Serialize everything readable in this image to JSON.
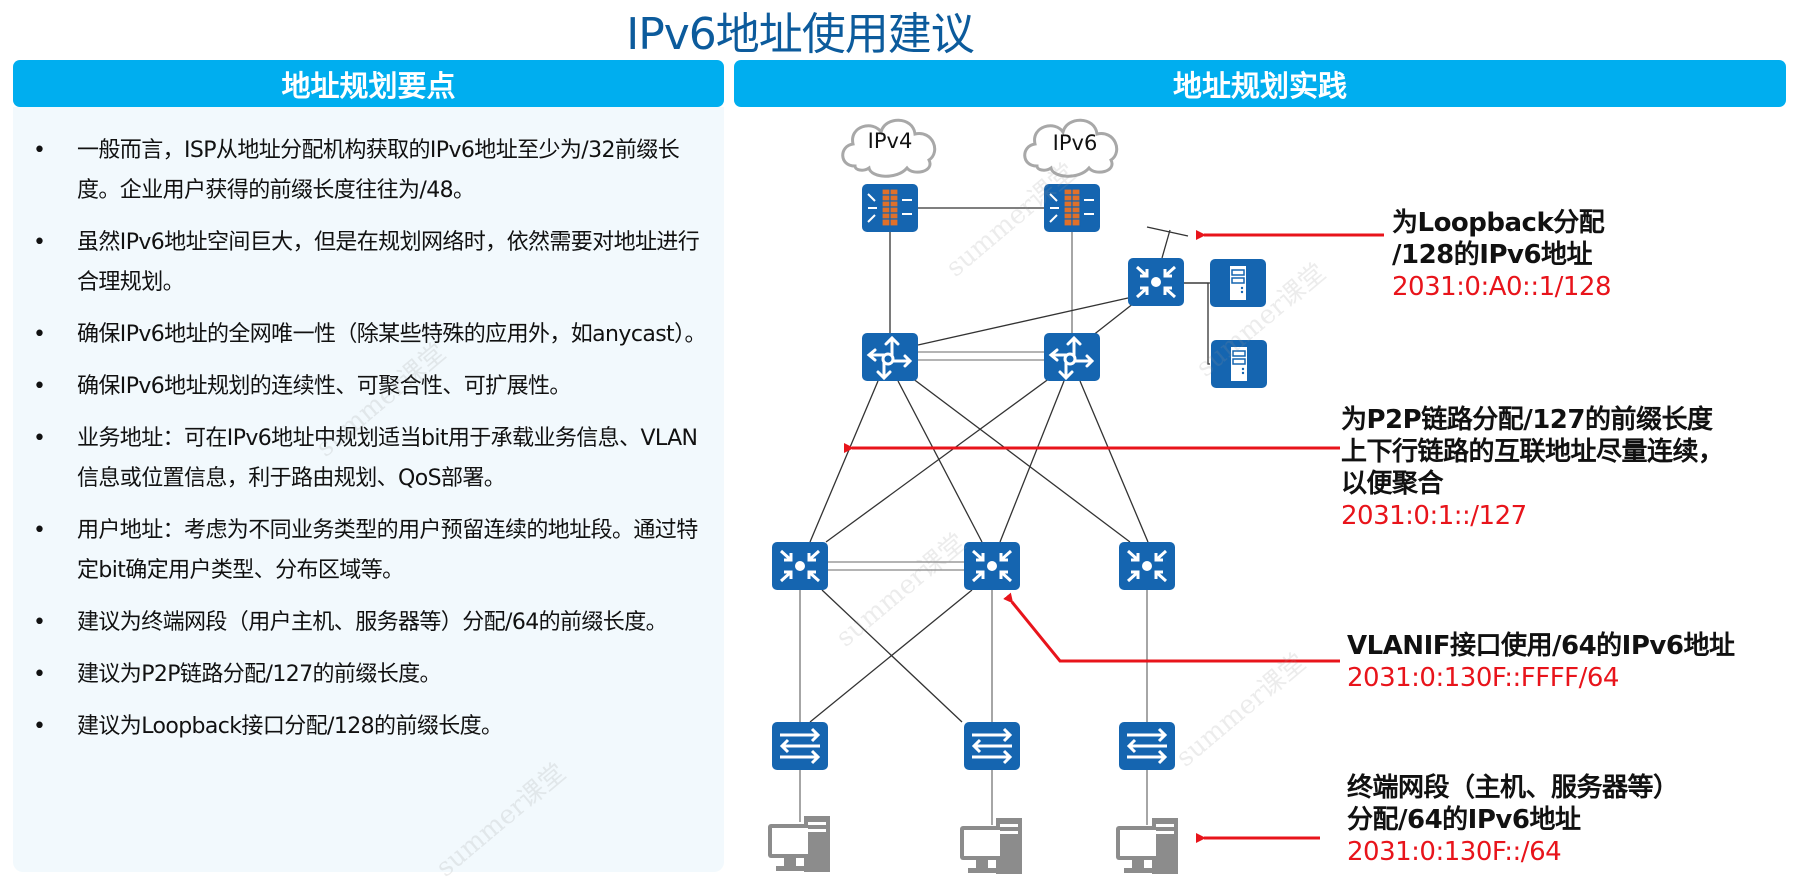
{
  "title": "IPv6地址使用建议",
  "left_panel": {
    "header": "地址规划要点",
    "bullets": [
      "一般而言，ISP从地址分配机构获取的IPv6地址至少为/32前缀长度。企业用户获得的前缀长度往往为/48。",
      "虽然IPv6地址空间巨大，但是在规划网络时，依然需要对地址进行合理规划。",
      "确保IPv6地址的全网唯一性（除某些特殊的应用外，如anycast）。",
      "确保IPv6地址规划的连续性、可聚合性、可扩展性。",
      "业务地址：可在IPv6地址中规划适当bit用于承载业务信息、VLAN信息或位置信息，利于路由规划、QoS部署。",
      "用户地址：考虑为不同业务类型的用户预留连续的地址段。通过特定bit确定用户类型、分布区域等。",
      "建议为终端网段（用户主机、服务器等）分配/64的前缀长度。",
      "建议为P2P链路分配/127的前缀长度。",
      "建议为Loopback接口分配/128的前缀长度。"
    ],
    "bullet_glyph": "•"
  },
  "right_panel": {
    "header": "地址规划实践",
    "clouds": [
      {
        "label": "IPv4"
      },
      {
        "label": "IPv6"
      }
    ],
    "nodes": {
      "firewalls": 2,
      "core_routers": 2,
      "loopback_switch": 1,
      "servers": 2,
      "aggregation_switches": 3,
      "access_switches": 3,
      "hosts": 3
    },
    "annotations": [
      {
        "lines": [
          "为Loopback分配",
          "/128的IPv6地址"
        ],
        "address": "2031:0:A0::1/128"
      },
      {
        "lines": [
          "为P2P链路分配/127的前缀长度",
          "上下行链路的互联地址尽量连续，",
          "以便聚合"
        ],
        "address": "2031:0:1::/127"
      },
      {
        "lines": [
          "VLANIF接口使用/64的IPv6地址"
        ],
        "address": "2031:0:130F::FFFF/64"
      },
      {
        "lines": [
          "终端网段（主机、服务器等）",
          "分配/64的IPv6地址"
        ],
        "address": "2031:0:130F::/64"
      }
    ]
  },
  "watermark": "summer课堂",
  "colors": {
    "title": "#0c5b9c",
    "header_bg": "#00aeef",
    "panel_bg": "#f2f9fd",
    "device_blue": "#1565b0",
    "firewall_brick": "#e0702a",
    "arrow_red": "#e8141b",
    "host_gray": "#8c8c8c"
  }
}
